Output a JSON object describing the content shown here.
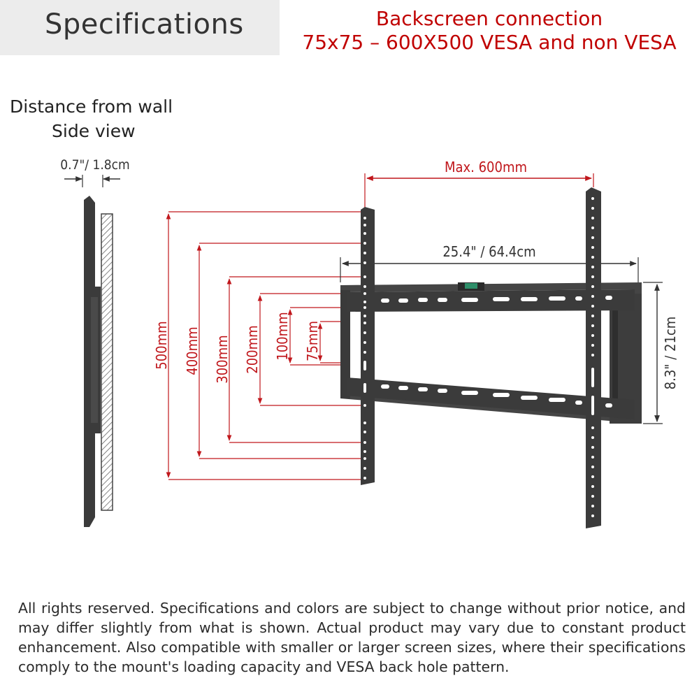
{
  "header": {
    "title": "Specifications",
    "subtitle_line1": "Backscreen connection",
    "subtitle_line2": "75x75 – 600X500 VESA and non VESA"
  },
  "side_view": {
    "title": "Distance from wall",
    "subtitle": "Side view",
    "depth_label": "0.7\"/ 1.8cm"
  },
  "dimensions": {
    "max_width": "Max. 600mm",
    "overall_width": "25.4\" / 64.4cm",
    "height": "8.3\" / 21cm",
    "vesa_heights": [
      "500mm",
      "400mm",
      "300mm",
      "200mm",
      "100mm",
      "75mm"
    ]
  },
  "colors": {
    "accent": "#c00000",
    "dimension_line": "#c0171c",
    "mount": "#3b3b3b"
  },
  "footer": {
    "text": "All rights reserved. Specifications and colors are subject to change without prior notice, and may differ slightly from what is shown. Actual product may vary due to constant product enhancement. Also compatible with smaller or larger screen sizes, where their specifications comply to the mount's loading capacity and VESA back hole pattern."
  }
}
